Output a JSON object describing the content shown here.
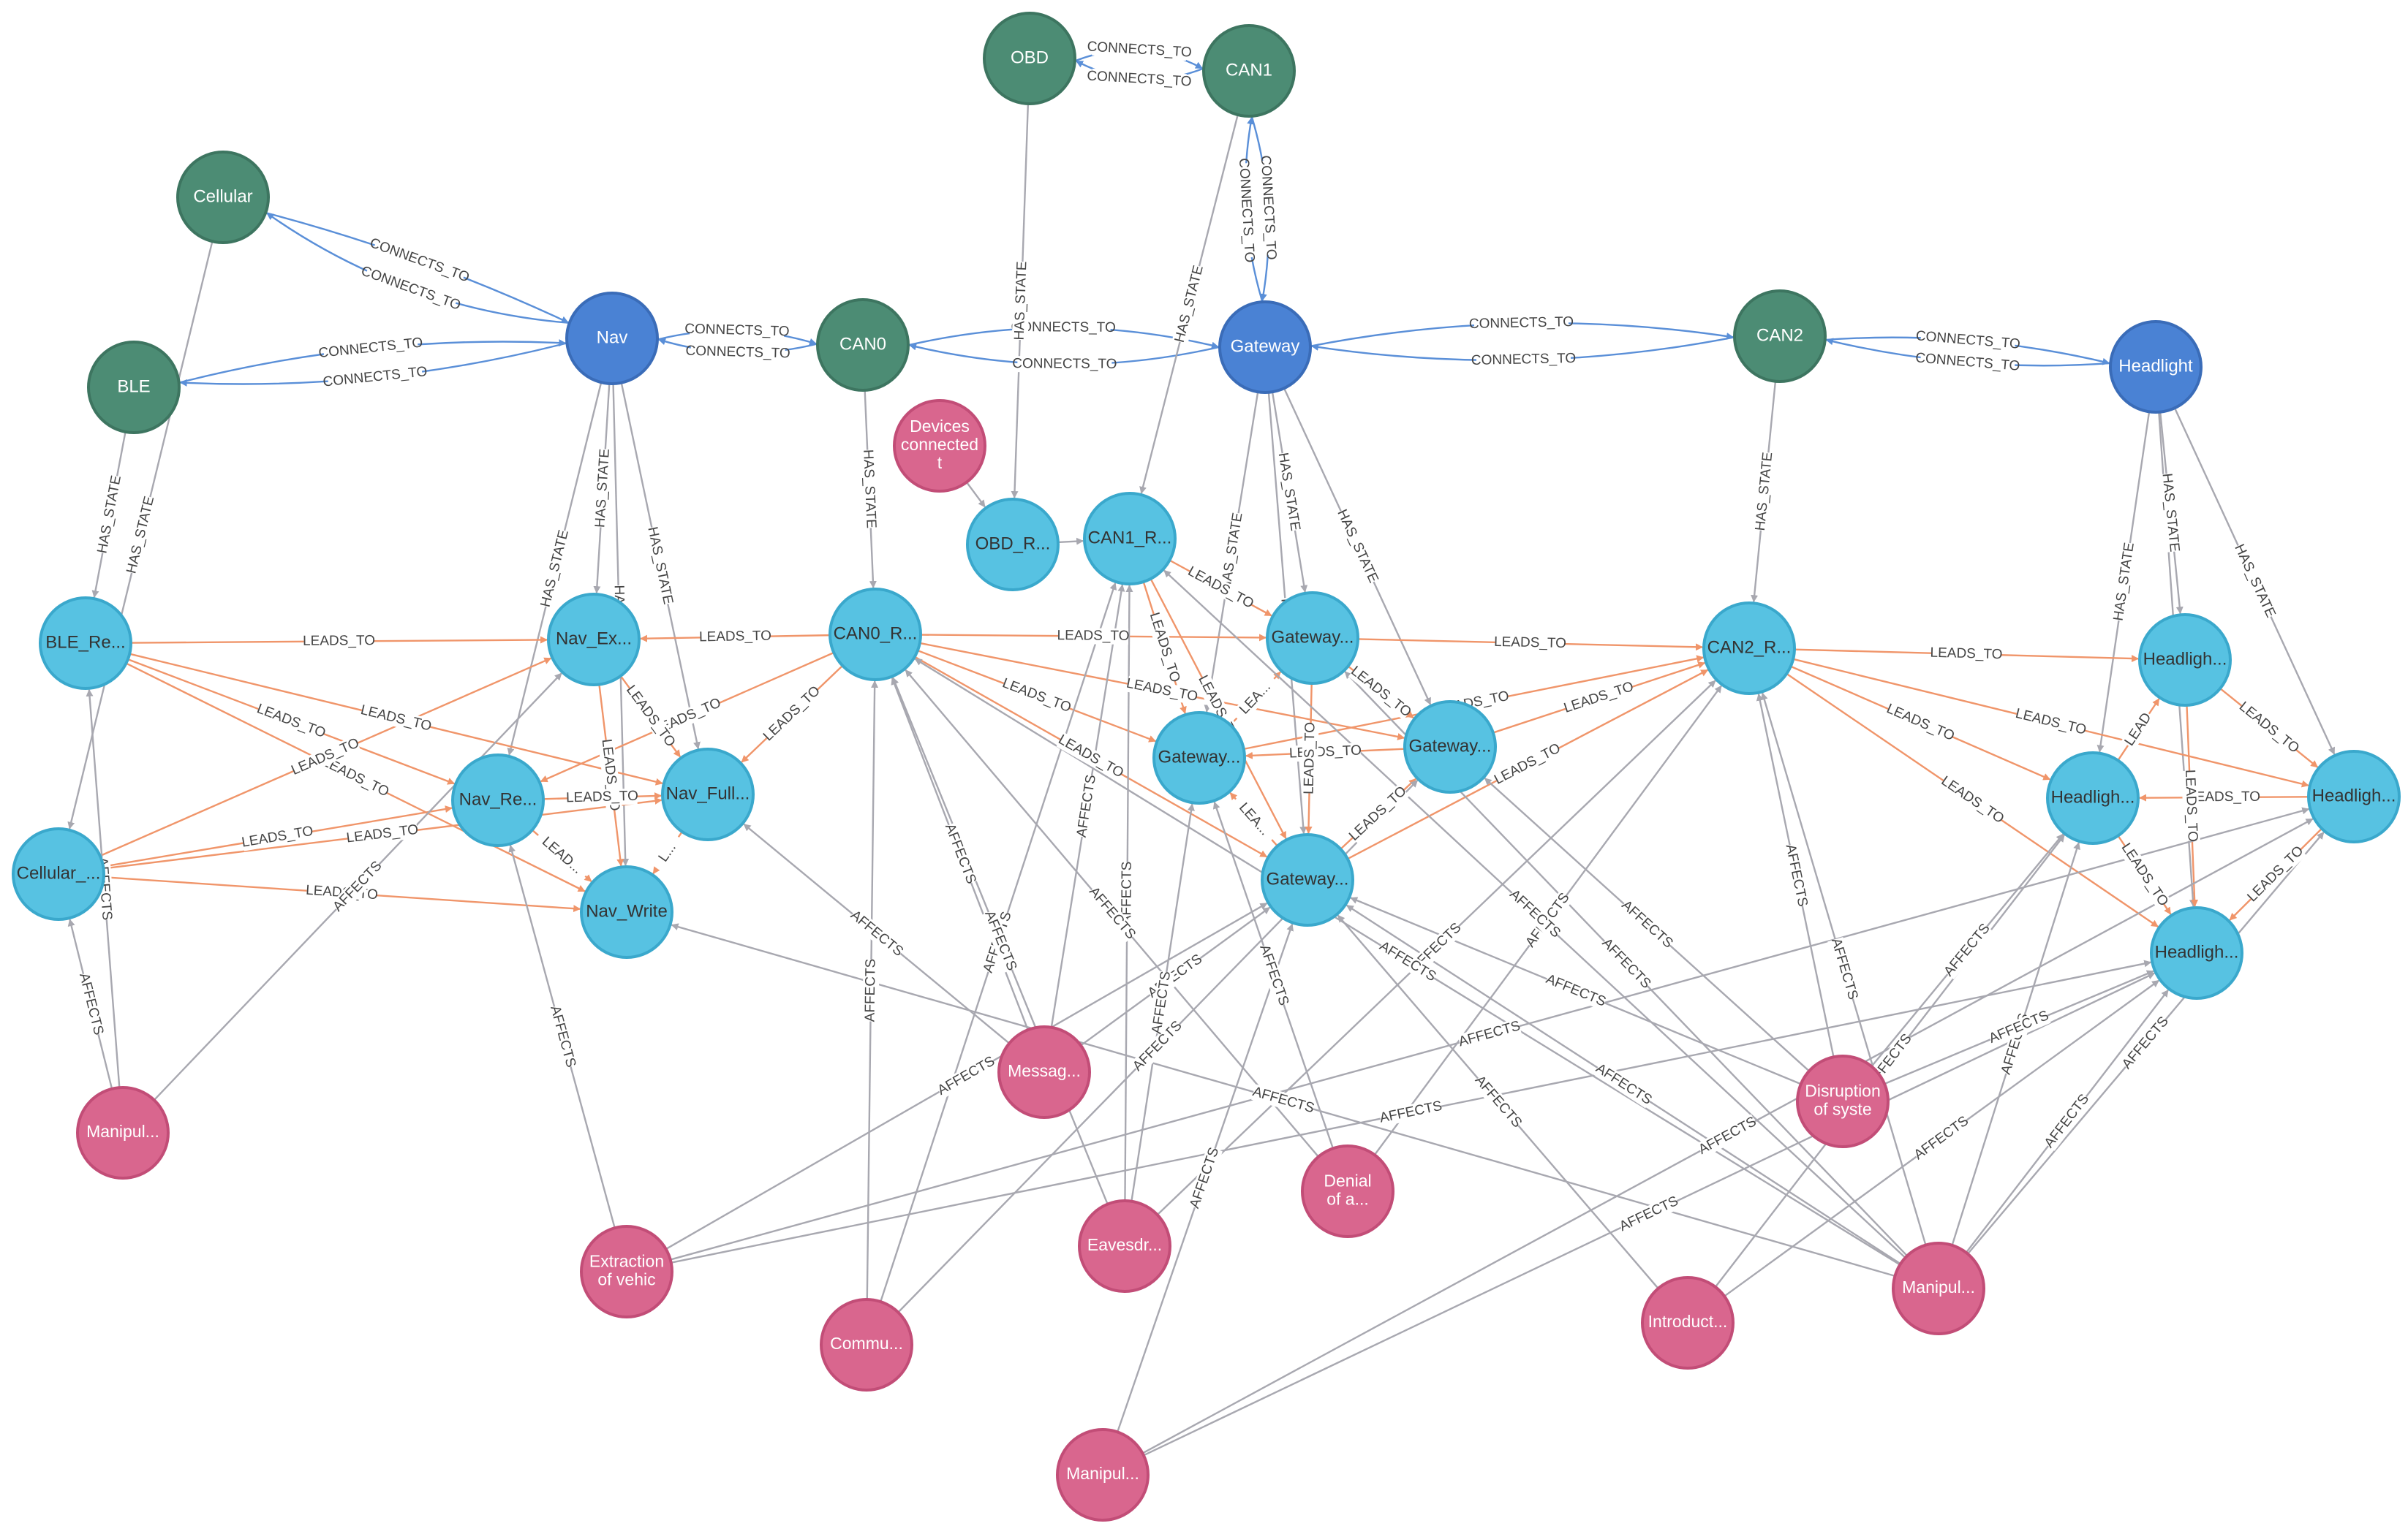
{
  "graph": {
    "colors": {
      "Component": "#4c8c74",
      "Interface": "#4a82d4",
      "State": "#57c2e2",
      "Threat": "#d9668e",
      "HAS_STATE": "#a8a8b0",
      "CONNECTS_TO": "#5a8fd8",
      "LEADS_TO": "#f0956a",
      "AFFECTS": "#a8a8b0"
    },
    "nodes": [
      {
        "id": "OBD",
        "label": "OBD",
        "type": "Component"
      },
      {
        "id": "CAN1",
        "label": "CAN1",
        "type": "Component"
      },
      {
        "id": "Cellular",
        "label": "Cellular",
        "type": "Component"
      },
      {
        "id": "BLE",
        "label": "BLE",
        "type": "Component"
      },
      {
        "id": "Nav",
        "label": "Nav",
        "type": "Interface"
      },
      {
        "id": "CAN0",
        "label": "CAN0",
        "type": "Component"
      },
      {
        "id": "Gateway",
        "label": "Gateway",
        "type": "Interface"
      },
      {
        "id": "CAN2",
        "label": "CAN2",
        "type": "Component"
      },
      {
        "id": "Headlight",
        "label": "Headlight",
        "type": "Interface"
      },
      {
        "id": "Devices",
        "label": "Devices connected t",
        "type": "Threat"
      },
      {
        "id": "OBD_R",
        "label": "OBD_R...",
        "type": "State"
      },
      {
        "id": "CAN1_R",
        "label": "CAN1_R...",
        "type": "State"
      },
      {
        "id": "BLE_Re",
        "label": "BLE_Re...",
        "type": "State"
      },
      {
        "id": "Nav_Ex",
        "label": "Nav_Ex...",
        "type": "State"
      },
      {
        "id": "CAN0_R",
        "label": "CAN0_R...",
        "type": "State"
      },
      {
        "id": "GW1",
        "label": "Gateway...",
        "type": "State"
      },
      {
        "id": "CAN2_R",
        "label": "CAN2_R...",
        "type": "State"
      },
      {
        "id": "HL1",
        "label": "Headligh...",
        "type": "State"
      },
      {
        "id": "GW2",
        "label": "Gateway...",
        "type": "State"
      },
      {
        "id": "GW3",
        "label": "Gateway...",
        "type": "State"
      },
      {
        "id": "Nav_Re",
        "label": "Nav_Re...",
        "type": "State"
      },
      {
        "id": "Nav_Full",
        "label": "Nav_Full...",
        "type": "State"
      },
      {
        "id": "HL2",
        "label": "Headligh...",
        "type": "State"
      },
      {
        "id": "HL3",
        "label": "Headligh...",
        "type": "State"
      },
      {
        "id": "Cellular_S",
        "label": "Cellular_...",
        "type": "State"
      },
      {
        "id": "Nav_Write",
        "label": "Nav_Write",
        "type": "State"
      },
      {
        "id": "GW4",
        "label": "Gateway...",
        "type": "State"
      },
      {
        "id": "HL4",
        "label": "Headligh...",
        "type": "State"
      },
      {
        "id": "Messag",
        "label": "Messag...",
        "type": "Threat"
      },
      {
        "id": "Disruption",
        "label": "Disruption of syste",
        "type": "Threat"
      },
      {
        "id": "Manipul1",
        "label": "Manipul...",
        "type": "Threat"
      },
      {
        "id": "Denial",
        "label": "Denial of a...",
        "type": "Threat"
      },
      {
        "id": "Extraction",
        "label": "Extraction of vehic",
        "type": "Threat"
      },
      {
        "id": "Eavesdr",
        "label": "Eavesdr...",
        "type": "Threat"
      },
      {
        "id": "Manipul2",
        "label": "Manipul...",
        "type": "Threat"
      },
      {
        "id": "Introduct",
        "label": "Introduct...",
        "type": "Threat"
      },
      {
        "id": "Commu",
        "label": "Commu...",
        "type": "Threat"
      },
      {
        "id": "Manipul3",
        "label": "Manipul...",
        "type": "Threat"
      }
    ],
    "edges": [
      {
        "from": "OBD",
        "to": "CAN1",
        "label": "CONNECTS_TO",
        "bend": -20
      },
      {
        "from": "CAN1",
        "to": "OBD",
        "label": "CONNECTS_TO",
        "bend": -20
      },
      {
        "from": "CAN1",
        "to": "Gateway",
        "label": "CONNECTS_TO",
        "bend": -15
      },
      {
        "from": "Gateway",
        "to": "CAN1",
        "label": "CONNECTS_TO",
        "bend": -15
      },
      {
        "from": "Nav",
        "to": "Cellular",
        "label": "CONNECTS_TO",
        "bend": -30
      },
      {
        "from": "Cellular",
        "to": "Nav",
        "label": "CONNECTS_TO",
        "bend": -10
      },
      {
        "from": "BLE",
        "to": "Nav",
        "label": "CONNECTS_TO",
        "bend": -20
      },
      {
        "from": "Nav",
        "to": "BLE",
        "label": "CONNECTS_TO",
        "bend": -20
      },
      {
        "from": "Nav",
        "to": "CAN0",
        "label": "CONNECTS_TO",
        "bend": -15
      },
      {
        "from": "CAN0",
        "to": "Nav",
        "label": "CONNECTS_TO",
        "bend": -15
      },
      {
        "from": "CAN0",
        "to": "Gateway",
        "label": "CONNECTS_TO",
        "bend": -25
      },
      {
        "from": "Gateway",
        "to": "CAN0",
        "label": "CONNECTS_TO",
        "bend": -25
      },
      {
        "from": "Gateway",
        "to": "CAN2",
        "label": "CONNECTS_TO",
        "bend": -25
      },
      {
        "from": "CAN2",
        "to": "Gateway",
        "label": "CONNECTS_TO",
        "bend": -25
      },
      {
        "from": "CAN2",
        "to": "Headlight",
        "label": "CONNECTS_TO",
        "bend": -15
      },
      {
        "from": "Headlight",
        "to": "CAN2",
        "label": "CONNECTS_TO",
        "bend": -15
      },
      {
        "from": "BLE",
        "to": "BLE_Re",
        "label": "HAS_STATE",
        "bend": 0
      },
      {
        "from": "Cellular",
        "to": "Cellular_S",
        "label": "HAS_STATE",
        "bend": 0
      },
      {
        "from": "Nav",
        "to": "Nav_Ex",
        "label": "HAS_STATE",
        "bend": 0
      },
      {
        "from": "Nav",
        "to": "Nav_Full",
        "label": "HAS_STATE",
        "bend": 0
      },
      {
        "from": "Nav",
        "to": "Nav_Re",
        "label": "HAS_STATE",
        "bend": 0
      },
      {
        "from": "Nav",
        "to": "Nav_Write",
        "label": "HAS_STATE",
        "bend": 0
      },
      {
        "from": "CAN0",
        "to": "CAN0_R",
        "label": "HAS_STATE",
        "bend": 0
      },
      {
        "from": "OBD",
        "to": "OBD_R",
        "label": "HAS_STATE",
        "bend": 0
      },
      {
        "from": "CAN1",
        "to": "CAN1_R",
        "label": "HAS_STATE",
        "bend": 0
      },
      {
        "from": "Gateway",
        "to": "GW1",
        "label": "HAS_STATE",
        "bend": 0
      },
      {
        "from": "Gateway",
        "to": "GW2",
        "label": "HAS_STATE",
        "bend": 0
      },
      {
        "from": "Gateway",
        "to": "GW3",
        "label": "HAS_STATE",
        "bend": 0
      },
      {
        "from": "Gateway",
        "to": "GW4",
        "label": "HAS",
        "bend": 0
      },
      {
        "from": "CAN2",
        "to": "CAN2_R",
        "label": "HAS_STATE",
        "bend": 0
      },
      {
        "from": "Headlight",
        "to": "HL1",
        "label": "HAS_STATE",
        "bend": 0
      },
      {
        "from": "Headlight",
        "to": "HL2",
        "label": "HAS_STATE",
        "bend": 0
      },
      {
        "from": "Headlight",
        "to": "HL3",
        "label": "HAS_STATE",
        "bend": 0
      },
      {
        "from": "Headlight",
        "to": "HL4",
        "label": "HAS_STATE",
        "bend": 0
      },
      {
        "from": "Devices",
        "to": "OBD_R",
        "label": "",
        "bend": 0
      },
      {
        "from": "OBD_R",
        "to": "CAN1_R",
        "label": "",
        "bend": 0
      },
      {
        "from": "BLE_Re",
        "to": "Nav_Ex",
        "label": "LEADS_TO",
        "bend": 0
      },
      {
        "from": "BLE_Re",
        "to": "Nav_Re",
        "label": "LEADS_TO",
        "bend": 0
      },
      {
        "from": "BLE_Re",
        "to": "Nav_Full",
        "label": "LEADS_TO",
        "bend": 0
      },
      {
        "from": "BLE_Re",
        "to": "Nav_Write",
        "label": "LEADS_TO",
        "bend": 0
      },
      {
        "from": "Cellular_S",
        "to": "Nav_Ex",
        "label": "LEADS_TO",
        "bend": 0
      },
      {
        "from": "Cellular_S",
        "to": "Nav_Re",
        "label": "LEADS_TO",
        "bend": 0
      },
      {
        "from": "Cellular_S",
        "to": "Nav_Full",
        "label": "LEADS_TO",
        "bend": 0
      },
      {
        "from": "Cellular_S",
        "to": "Nav_Write",
        "label": "LEADS_TO",
        "bend": 0
      },
      {
        "from": "CAN0_R",
        "to": "Nav_Ex",
        "label": "LEADS_TO",
        "bend": 0
      },
      {
        "from": "CAN0_R",
        "to": "Nav_Re",
        "label": "LEADS_TO",
        "bend": 0
      },
      {
        "from": "CAN0_R",
        "to": "Nav_Full",
        "label": "LEADS_TO",
        "bend": 0
      },
      {
        "from": "Nav_Ex",
        "to": "Nav_Write",
        "label": "LEADS_TO",
        "bend": 0
      },
      {
        "from": "Nav_Ex",
        "to": "Nav_Full",
        "label": "LEADS_TO",
        "bend": 0
      },
      {
        "from": "Nav_Re",
        "to": "Nav_Full",
        "label": "LEADS_TO",
        "bend": 0
      },
      {
        "from": "Nav_Re",
        "to": "Nav_Write",
        "label": "LEAD...",
        "bend": 0
      },
      {
        "from": "Nav_Full",
        "to": "Nav_Write",
        "label": "L...",
        "bend": 0
      },
      {
        "from": "CAN0_R",
        "to": "GW1",
        "label": "LEADS_TO",
        "bend": 0
      },
      {
        "from": "CAN0_R",
        "to": "GW2",
        "label": "LEADS_TO",
        "bend": 0
      },
      {
        "from": "CAN0_R",
        "to": "GW3",
        "label": "LEADS_TO",
        "bend": 0
      },
      {
        "from": "CAN0_R",
        "to": "GW4",
        "label": "LEADS_TO",
        "bend": 0
      },
      {
        "from": "CAN1_R",
        "to": "GW1",
        "label": "LEADS_TO",
        "bend": 0
      },
      {
        "from": "CAN1_R",
        "to": "GW2",
        "label": "LEADS_TO",
        "bend": 0
      },
      {
        "from": "CAN1_R",
        "to": "GW4",
        "label": "LEADS_TO",
        "bend": 0
      },
      {
        "from": "GW1",
        "to": "CAN2_R",
        "label": "LEADS_TO",
        "bend": 0
      },
      {
        "from": "GW1",
        "to": "GW3",
        "label": "LEADS_TO",
        "bend": 0
      },
      {
        "from": "GW2",
        "to": "GW1",
        "label": "LEA...",
        "bend": 0
      },
      {
        "from": "GW3",
        "to": "GW2",
        "label": "LEADS_TO",
        "bend": 0
      },
      {
        "from": "GW4",
        "to": "GW2",
        "label": "LEA...",
        "bend": 0
      },
      {
        "from": "GW1",
        "to": "GW4",
        "label": "LEADS_TO",
        "bend": 0
      },
      {
        "from": "GW3",
        "to": "CAN2_R",
        "label": "LEADS_TO",
        "bend": 0
      },
      {
        "from": "GW2",
        "to": "CAN2_R",
        "label": "LEADS_TO",
        "bend": 0
      },
      {
        "from": "GW4",
        "to": "CAN2_R",
        "label": "LEADS_TO",
        "bend": 0
      },
      {
        "from": "GW4",
        "to": "GW3",
        "label": "LEADS_TO",
        "bend": 0
      },
      {
        "from": "CAN2_R",
        "to": "HL1",
        "label": "LEADS_TO",
        "bend": 0
      },
      {
        "from": "CAN2_R",
        "to": "HL2",
        "label": "LEADS_TO",
        "bend": 0
      },
      {
        "from": "CAN2_R",
        "to": "HL3",
        "label": "LEADS_TO",
        "bend": 0
      },
      {
        "from": "CAN2_R",
        "to": "HL4",
        "label": "LEADS_TO",
        "bend": 0
      },
      {
        "from": "HL1",
        "to": "HL3",
        "label": "LEADS_TO",
        "bend": 0
      },
      {
        "from": "HL2",
        "to": "HL1",
        "label": "LEAD",
        "bend": 0
      },
      {
        "from": "HL3",
        "to": "HL2",
        "label": "LEADS_TO",
        "bend": 0
      },
      {
        "from": "HL1",
        "to": "HL4",
        "label": "LEADS_TO",
        "bend": 0
      },
      {
        "from": "HL2",
        "to": "HL4",
        "label": "LEADS_TO",
        "bend": 0
      },
      {
        "from": "HL3",
        "to": "HL4",
        "label": "LEADS_TO",
        "bend": 0
      },
      {
        "from": "Manipul1",
        "to": "Cellular_S",
        "label": "AFFECTS",
        "bend": 0
      },
      {
        "from": "Manipul1",
        "to": "BLE_Re",
        "label": "AFFECTS",
        "bend": 0
      },
      {
        "from": "Manipul1",
        "to": "Nav_Ex",
        "label": "AFFECTS",
        "bend": 0
      },
      {
        "from": "Extraction",
        "to": "Nav_Re",
        "label": "AFFECTS",
        "bend": 0
      },
      {
        "from": "Extraction",
        "to": "GW4",
        "label": "AFFECTS",
        "bend": 0
      },
      {
        "from": "Extraction",
        "to": "HL4",
        "label": "AFFECTS",
        "bend": 0
      },
      {
        "from": "Extraction",
        "to": "HL3",
        "label": "AFFECTS",
        "bend": 0
      },
      {
        "from": "Commu",
        "to": "CAN0_R",
        "label": "AFFECTS",
        "bend": 0
      },
      {
        "from": "Commu",
        "to": "GW3",
        "label": "AFFECTS",
        "bend": 0
      },
      {
        "from": "Commu",
        "to": "CAN1_R",
        "label": "AFFECTS",
        "bend": 0
      },
      {
        "from": "Messag",
        "to": "CAN0_R",
        "label": "AFFECTS",
        "bend": 0
      },
      {
        "from": "Messag",
        "to": "CAN1_R",
        "label": "AFFECTS",
        "bend": 0
      },
      {
        "from": "Messag",
        "to": "GW4",
        "label": "AFFECTS",
        "bend": 0
      },
      {
        "from": "Messag",
        "to": "Nav_Full",
        "label": "AFFECTS",
        "bend": 0
      },
      {
        "from": "Eavesdr",
        "to": "CAN0_R",
        "label": "AFFECTS",
        "bend": 0
      },
      {
        "from": "Eavesdr",
        "to": "CAN1_R",
        "label": "AFFECTS",
        "bend": 0
      },
      {
        "from": "Eavesdr",
        "to": "GW2",
        "label": "AFFECTS",
        "bend": 0
      },
      {
        "from": "Eavesdr",
        "to": "CAN2_R",
        "label": "AFFECTS",
        "bend": 0
      },
      {
        "from": "Denial",
        "to": "CAN0_R",
        "label": "AFFECTS",
        "bend": 0
      },
      {
        "from": "Denial",
        "to": "GW2",
        "label": "AFFECTS",
        "bend": 0
      },
      {
        "from": "Denial",
        "to": "CAN2_R",
        "label": "AFFECTS",
        "bend": 0
      },
      {
        "from": "Manipul2",
        "to": "Nav_Write",
        "label": "AFFECTS",
        "bend": 0
      },
      {
        "from": "Manipul2",
        "to": "CAN0_R",
        "label": "AFFECTS",
        "bend": 0
      },
      {
        "from": "Manipul2",
        "to": "CAN1_R",
        "label": "AFFECTS",
        "bend": 0
      },
      {
        "from": "Manipul2",
        "to": "GW1",
        "label": "AFFECTS",
        "bend": 0
      },
      {
        "from": "Manipul2",
        "to": "GW4",
        "label": "AFFECTS",
        "bend": 0
      },
      {
        "from": "Manipul2",
        "to": "CAN2_R",
        "label": "AFFECTS",
        "bend": 0
      },
      {
        "from": "Manipul2",
        "to": "HL2",
        "label": "AFFECTS",
        "bend": 0
      },
      {
        "from": "Manipul2",
        "to": "HL4",
        "label": "AFFECTS",
        "bend": 0
      },
      {
        "from": "Manipul2",
        "to": "HL3",
        "label": "AFFECTS",
        "bend": 0
      },
      {
        "from": "Disruption",
        "to": "GW3",
        "label": "AFFECTS",
        "bend": 0
      },
      {
        "from": "Disruption",
        "to": "GW4",
        "label": "AFFECTS",
        "bend": 0
      },
      {
        "from": "Disruption",
        "to": "HL2",
        "label": "AFFECTS",
        "bend": 0
      },
      {
        "from": "Disruption",
        "to": "HL4",
        "label": "AFFECTS",
        "bend": 0
      },
      {
        "from": "Disruption",
        "to": "CAN2_R",
        "label": "AFFECTS",
        "bend": 0
      },
      {
        "from": "Introduct",
        "to": "GW4",
        "label": "AFFECTS",
        "bend": 0
      },
      {
        "from": "Introduct",
        "to": "HL4",
        "label": "AFFECTS",
        "bend": 0
      },
      {
        "from": "Introduct",
        "to": "HL2",
        "label": "AFFECTS",
        "bend": 0
      },
      {
        "from": "Manipul3",
        "to": "HL4",
        "label": "AFFECTS",
        "bend": 0
      },
      {
        "from": "Manipul3",
        "to": "HL3",
        "label": "AFFECTS",
        "bend": 0
      },
      {
        "from": "Manipul3",
        "to": "GW4",
        "label": "AFFECTS",
        "bend": 0
      }
    ]
  }
}
